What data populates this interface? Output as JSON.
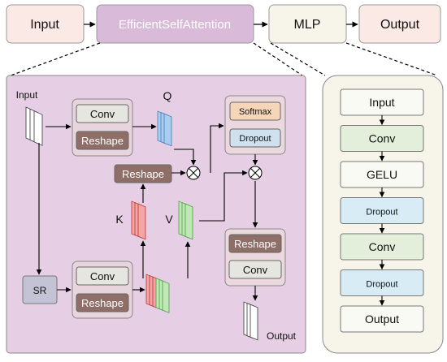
{
  "top_flow": {
    "input": "Input",
    "attention": "EfficientSelfAttention",
    "mlp": "MLP",
    "output": "Output"
  },
  "attention_detail": {
    "input_label": "Input",
    "conv_top": "Conv",
    "reshape_top": "Reshape",
    "q_label": "Q",
    "softmax": "Softmax",
    "dropout": "Dropout",
    "reshape_mid": "Reshape",
    "k_label": "K",
    "v_label": "V",
    "sr": "SR",
    "conv_bottom": "Conv",
    "reshape_bottom": "Reshape",
    "reshape_right": "Reshape",
    "conv_right": "Conv",
    "output_label": "Output"
  },
  "mlp_detail": {
    "steps": [
      "Input",
      "Conv",
      "GELU",
      "Dropout",
      "Conv",
      "Dropout",
      "Output"
    ]
  },
  "colors": {
    "input_box": "#fbe9e6",
    "attention_box": "#d9bbd9",
    "attention_panel": "#e6cfe5",
    "mlp_panel": "#f7f5ea",
    "conv": "#e5e6df",
    "reshape": "#8e6e66",
    "softmax": "#f6d6b8",
    "dropout": "#cfe0ee",
    "sr": "#c4c3d6",
    "mlp_conv": "#e3eedb",
    "mlp_dropout": "#d7ecf4",
    "mlp_plain": "#fafaf4",
    "q_stack": "#a8cdf0",
    "k_stack": "#f2a6a6",
    "v_stack": "#bfe8b6"
  }
}
